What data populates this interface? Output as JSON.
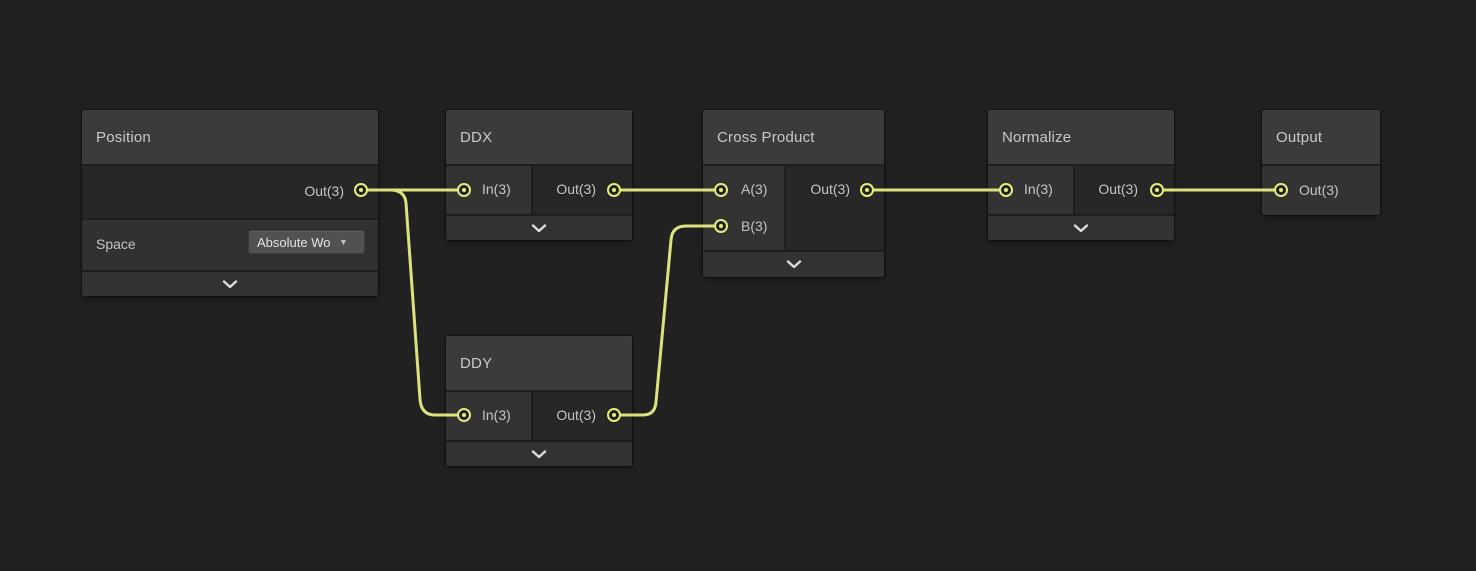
{
  "graph": {
    "background_color": "#212121",
    "wire_color": "#dde37c",
    "port_color": "#e8ed76"
  },
  "nodes": [
    {
      "title": "Position",
      "outputs": [
        {
          "label": "Out(3)"
        }
      ],
      "properties": [
        {
          "label": "Space",
          "value": "Absolute Wo"
        }
      ]
    },
    {
      "title": "DDX",
      "inputs": [
        {
          "label": "In(3)"
        }
      ],
      "outputs": [
        {
          "label": "Out(3)"
        }
      ]
    },
    {
      "title": "DDY",
      "inputs": [
        {
          "label": "In(3)"
        }
      ],
      "outputs": [
        {
          "label": "Out(3)"
        }
      ]
    },
    {
      "title": "Cross Product",
      "inputs": [
        {
          "label": "A(3)"
        },
        {
          "label": "B(3)"
        }
      ],
      "outputs": [
        {
          "label": "Out(3)"
        }
      ]
    },
    {
      "title": "Normalize",
      "inputs": [
        {
          "label": "In(3)"
        }
      ],
      "outputs": [
        {
          "label": "Out(3)"
        }
      ]
    },
    {
      "title": "Output",
      "inputs": [
        {
          "label": "Out(3)"
        }
      ]
    }
  ]
}
